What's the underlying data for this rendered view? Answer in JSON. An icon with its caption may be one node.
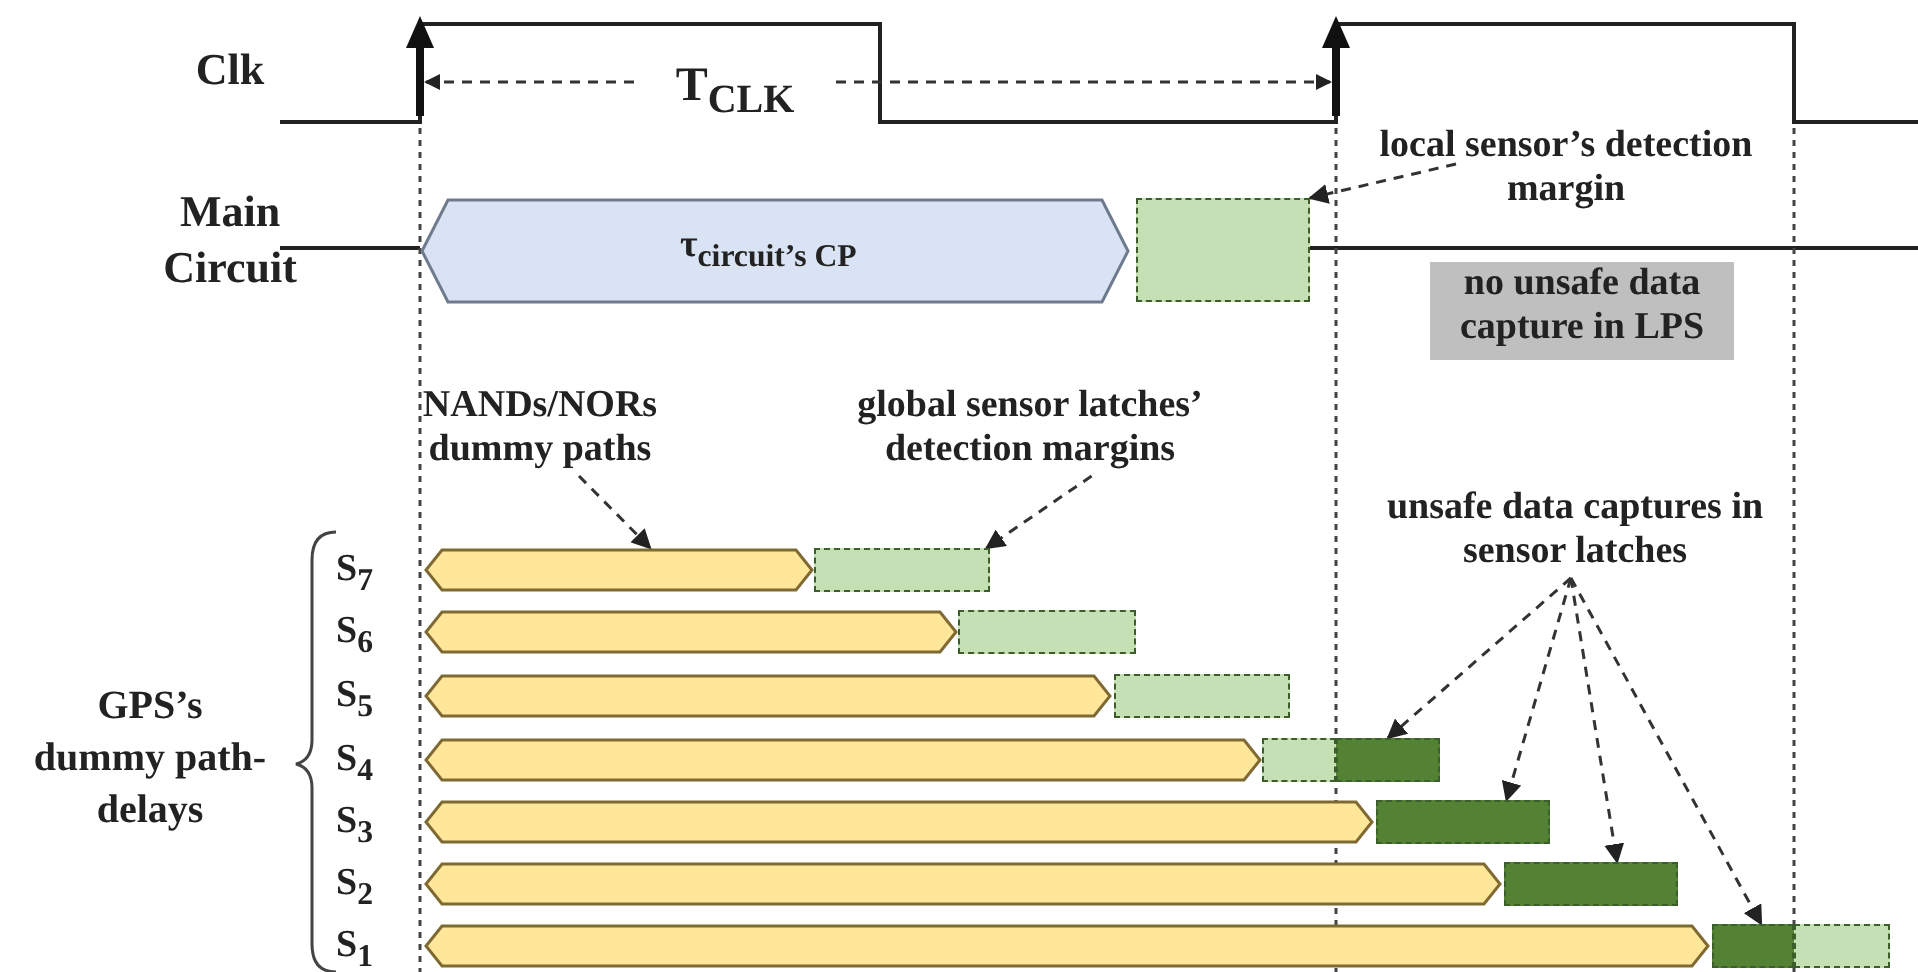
{
  "diagram": {
    "nodes": [
      {
        "text": [
          "τ$_{circuit’s CP}$"
        ]
      },
      {
        "text": [],
        "shape": "box"
      },
      {
        "text": [
          "local sensor’s detection margin"
        ]
      },
      {
        "text": [
          "no unsafe data capture in LPS"
        ]
      },
      {
        "text": [
          "NANDs/NORs dummy paths"
        ]
      },
      {
        "text": [
          "global sensor latches’ detection margins"
        ]
      },
      {
        "text": [
          "unsafe data captures in sensor latches"
        ]
      },
      {
        "text": [],
        "shape": "bar"
      },
      {
        "text": [],
        "shape": "box"
      },
      {
        "text": [],
        "shape": "bar"
      },
      {
        "text": [],
        "shape": "box"
      },
      {
        "text": [],
        "shape": "bar"
      },
      {
        "text": [],
        "shape": "box"
      },
      {
        "text": [],
        "shape": "bar"
      },
      {
        "text": [],
        "shape": "box"
      },
      {
        "text": [],
        "shape": "box"
      },
      {
        "text": [],
        "shape": "bar"
      },
      {
        "text": [],
        "shape": "box"
      },
      {
        "text": [],
        "shape": "bar"
      },
      {
        "text": [],
        "shape": "box"
      },
      {
        "text": [],
        "shape": "bar"
      },
      {
        "text": [],
        "shape": "box"
      },
      {
        "text": [],
        "shape": "box"
      }
    ],
    "edges": [
      {
        "from": 2,
        "to": 1,
        "arrow": "to",
        "style": "dashed"
      },
      {
        "from": 4,
        "to": 7,
        "arrow": "to",
        "style": "dashed"
      },
      {
        "from": 5,
        "to": 8,
        "arrow": "to",
        "style": "dashed"
      },
      {
        "from": 6,
        "to": 15,
        "arrow": "to",
        "style": "dashed"
      },
      {
        "from": 6,
        "to": 17,
        "arrow": "to",
        "style": "dashed"
      },
      {
        "from": 6,
        "to": 19,
        "arrow": "to",
        "style": "dashed"
      },
      {
        "from": 6,
        "to": 21,
        "arrow": "to",
        "style": "dashed"
      }
    ],
    "labels": [
      "Clk",
      "T$_{CLK}$",
      "Main Circuit",
      "GPS’s dummy path-delays",
      "S$_{7}$",
      "S$_{6}$",
      "S$_{5}$",
      "S$_{4}$",
      "S$_{3}$",
      "S$_{2}$",
      "S$_{1}$"
    ]
  }
}
